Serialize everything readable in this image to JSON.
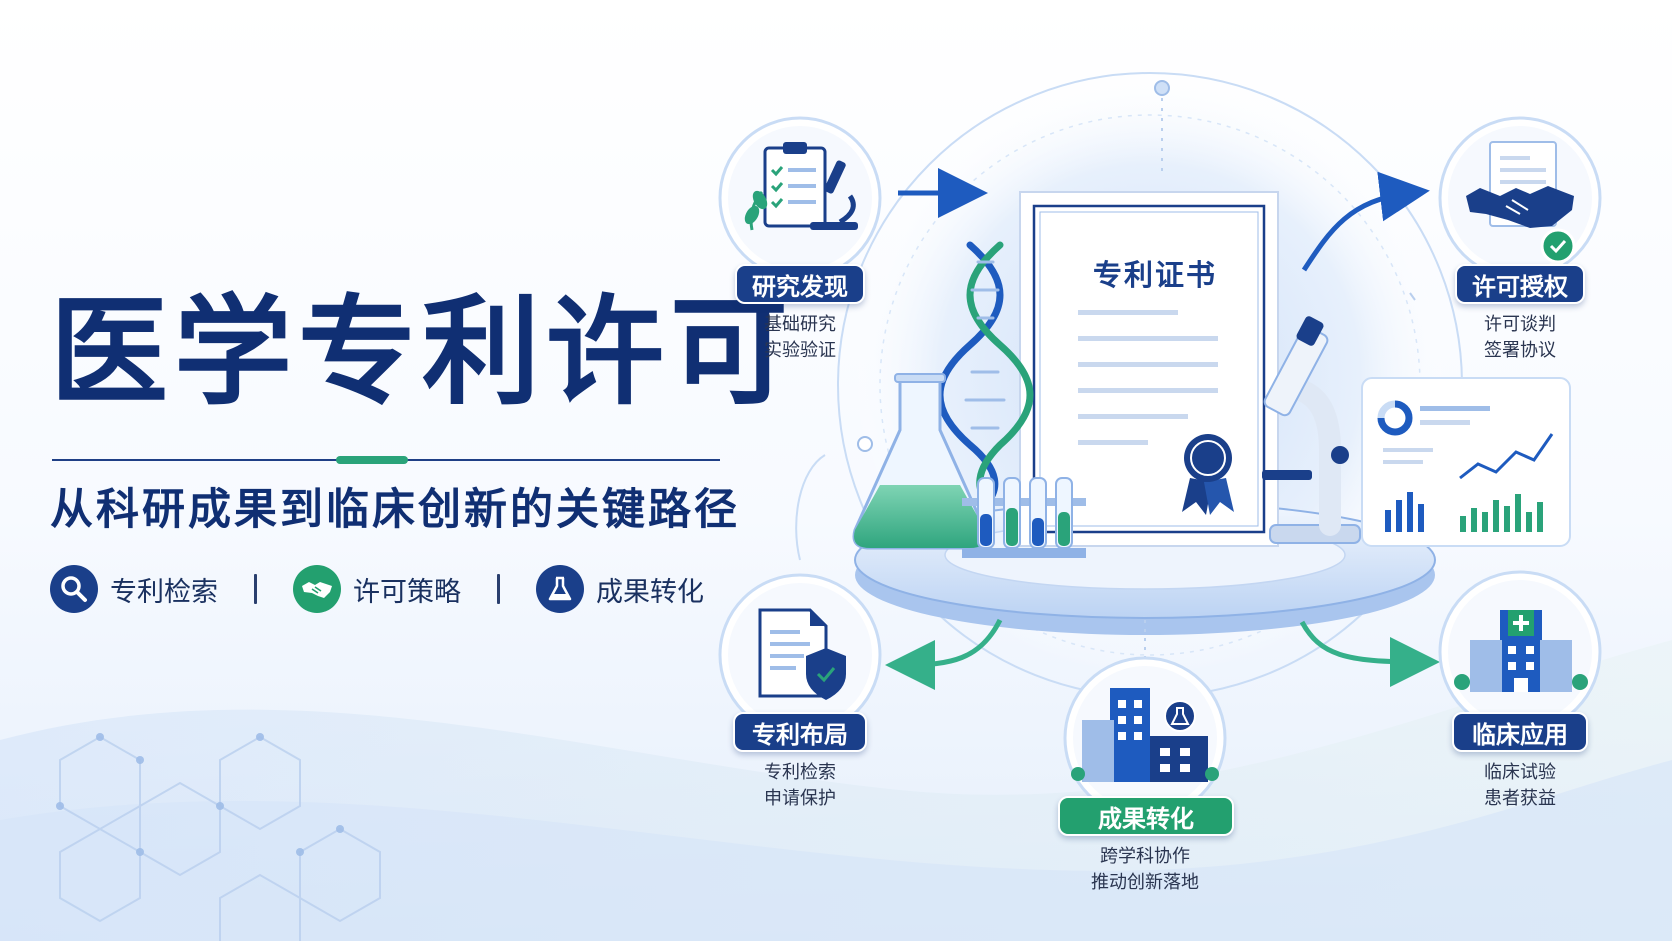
{
  "hero": {
    "title": "医学专利许可",
    "subtitle": "从科研成果到临床创新的关键路径",
    "features": [
      {
        "label": "专利检索",
        "icon": "search-icon",
        "color": "#1a3f8a"
      },
      {
        "label": "许可策略",
        "icon": "handshake-icon",
        "color": "#23a06f"
      },
      {
        "label": "成果转化",
        "icon": "flask-icon",
        "color": "#1a3f8a"
      }
    ]
  },
  "center": {
    "certificate_title": "专利证书"
  },
  "nodes": [
    {
      "id": "research",
      "label": "研究发现",
      "desc": [
        "基础研究",
        "实验验证"
      ],
      "icon": "clipboard-microscope-icon",
      "color": "#1a3f8a"
    },
    {
      "id": "licensing",
      "label": "许可授权",
      "desc": [
        "许可谈判",
        "签署协议"
      ],
      "icon": "handshake-contract-icon",
      "color": "#1a3f8a"
    },
    {
      "id": "layout",
      "label": "专利布局",
      "desc": [
        "专利检索",
        "申请保护"
      ],
      "icon": "document-shield-icon",
      "color": "#1a3f8a"
    },
    {
      "id": "transfer",
      "label": "成果转化",
      "desc": [
        "跨学科协作",
        "推动创新落地"
      ],
      "icon": "buildings-icon",
      "color": "#23a06f"
    },
    {
      "id": "clinical",
      "label": "临床应用",
      "desc": [
        "临床试验",
        "患者获益"
      ],
      "icon": "hospital-icon",
      "color": "#1a3f8a"
    }
  ],
  "colors": {
    "navy": "#102f73",
    "brand_blue": "#1a3f8a",
    "accent_green": "#23a06f",
    "arrow_blue": "#1e5bbf",
    "arrow_green": "#35b08a"
  }
}
